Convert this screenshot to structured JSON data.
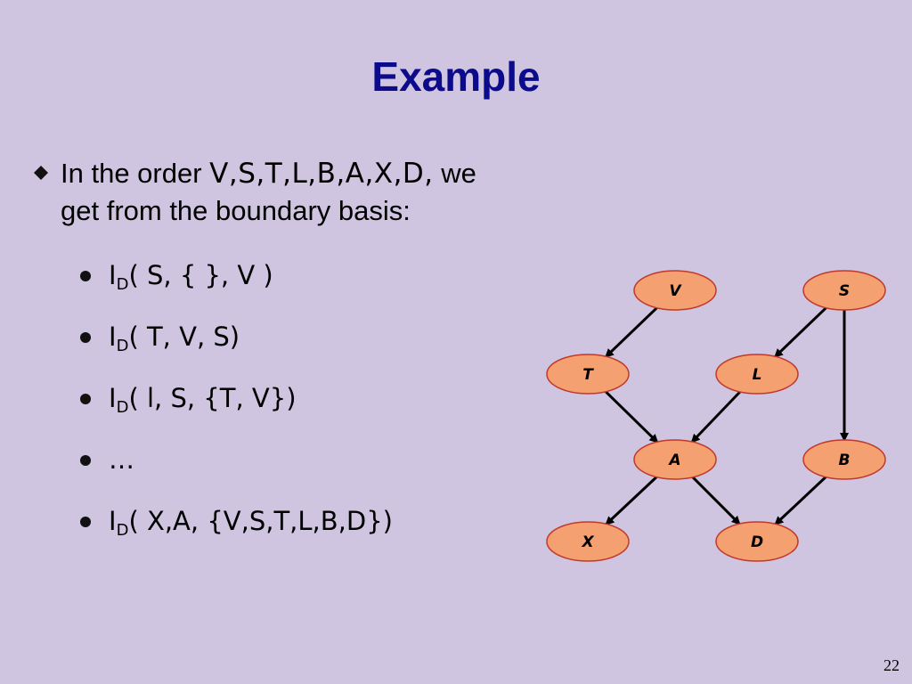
{
  "slide": {
    "title": "Example",
    "page_number": "22"
  },
  "main_bullet": {
    "prefix": "In the order ",
    "order": "V,S,T,L,B,A,X,D,",
    "suffix": " we",
    "line2": "get from the  boundary basis:"
  },
  "sub_items": [
    {
      "pre": "I",
      "sub": "D",
      "post": "( S, { }, V )"
    },
    {
      "pre": "I",
      "sub": "D",
      "post": "( T, V, S)"
    },
    {
      "pre": "I",
      "sub": "D",
      "post": "( l, S, {T, V})"
    },
    {
      "pre": "",
      "sub": "",
      "post": "…"
    },
    {
      "pre": "I",
      "sub": "D",
      "post": "( X,A, {V,S,T,L,B,D})"
    }
  ],
  "colors": {
    "background": "#cfc5e0",
    "title": "#0b0b8c",
    "node_fill": "#f5a070",
    "node_stroke": "#c0392b",
    "edge": "#000000"
  },
  "graph": {
    "nodes": [
      {
        "id": "V",
        "label": "V"
      },
      {
        "id": "S",
        "label": "S"
      },
      {
        "id": "T",
        "label": "T"
      },
      {
        "id": "L",
        "label": "L"
      },
      {
        "id": "A",
        "label": "A"
      },
      {
        "id": "B",
        "label": "B"
      },
      {
        "id": "X",
        "label": "X"
      },
      {
        "id": "D",
        "label": "D"
      }
    ],
    "edges": [
      {
        "from": "V",
        "to": "T"
      },
      {
        "from": "S",
        "to": "L"
      },
      {
        "from": "S",
        "to": "B"
      },
      {
        "from": "T",
        "to": "A"
      },
      {
        "from": "L",
        "to": "A"
      },
      {
        "from": "A",
        "to": "X"
      },
      {
        "from": "A",
        "to": "D"
      },
      {
        "from": "B",
        "to": "D"
      }
    ]
  }
}
